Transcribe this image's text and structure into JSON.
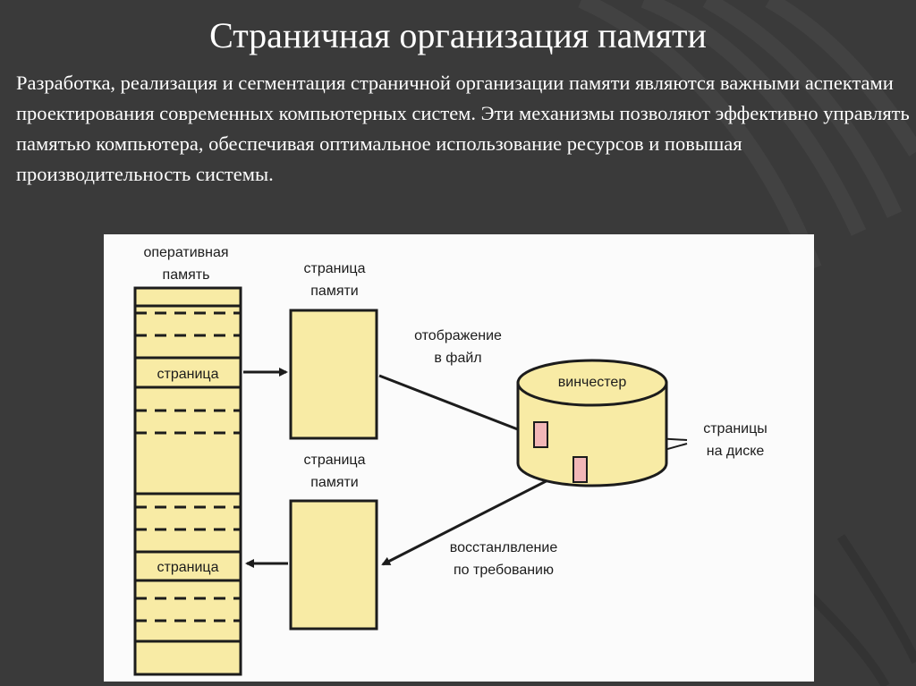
{
  "slide": {
    "title": "Страничная организация памяти",
    "body": "Разработка, реализация и сегментация страничной организации памяти являются важными аспектами проектирования современных компьютерных систем. Эти механизмы позволяют эффективно управлять памятью компьютера, обеспечивая оптимальное использование ресурсов и повышая производительность системы."
  },
  "diagram": {
    "ram_label": [
      "оперативная",
      "память"
    ],
    "ram_page_label": "страница",
    "page1_label": [
      "страница",
      "памяти"
    ],
    "page2_label": [
      "страница",
      "памяти"
    ],
    "map_label": [
      "отображение",
      "в файл"
    ],
    "disk_label": "винчестер",
    "disk_pages_label": [
      "страницы",
      "на диске"
    ],
    "restore_label": [
      "восстанлвление",
      "по требованию"
    ]
  },
  "colors": {
    "background": "#3b3b3b",
    "block_fill": "#f8eba5",
    "page_fill": "#f2b7b7",
    "ink": "#1c1c1c",
    "text": "#ffffff"
  }
}
